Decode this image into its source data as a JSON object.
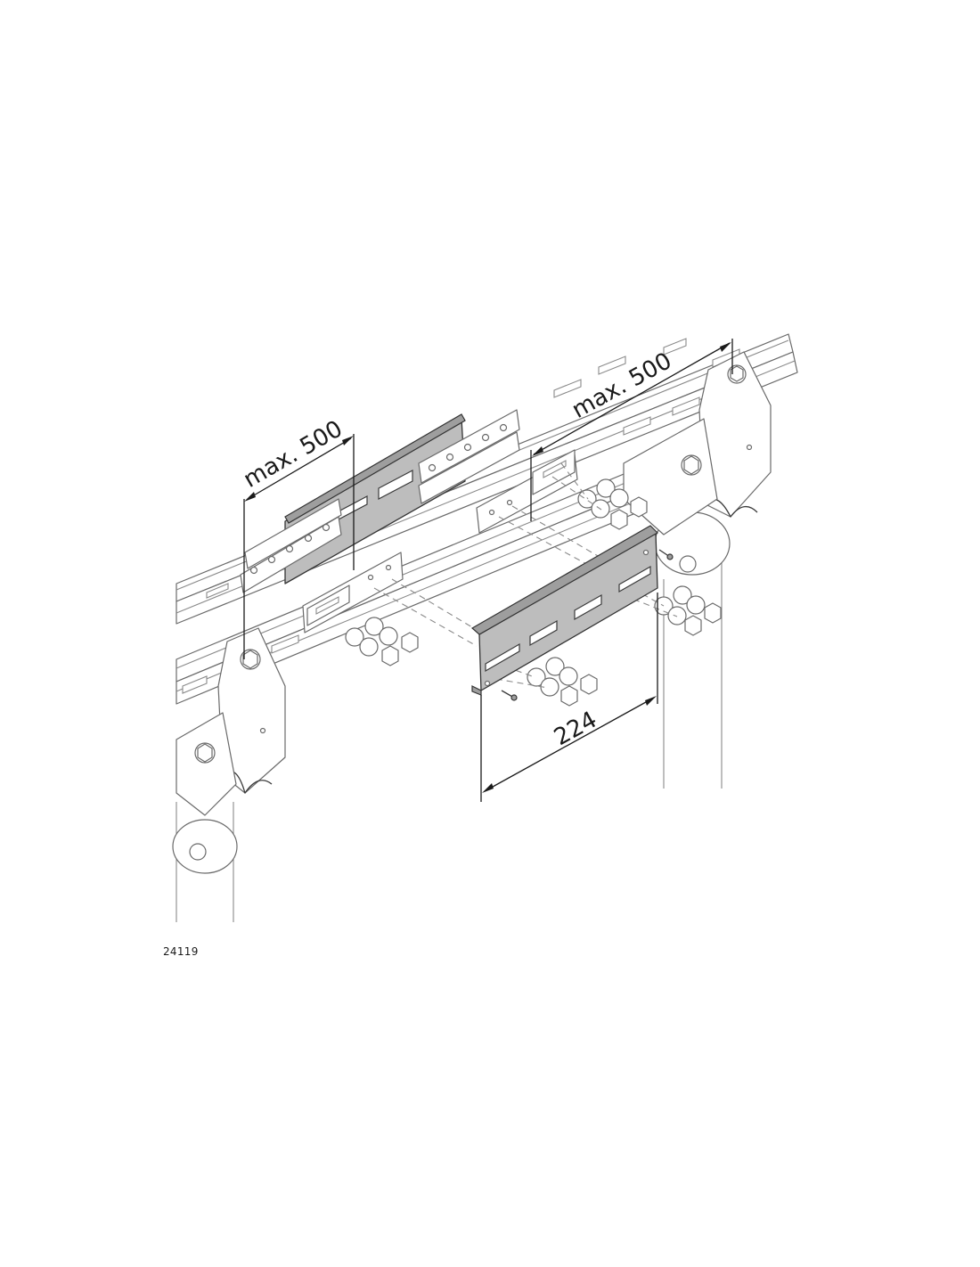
{
  "figure": {
    "figure_number": "24119",
    "dimensions": {
      "left_max": "max. 500",
      "right_max": "max. 500",
      "plate_width": "224"
    }
  }
}
